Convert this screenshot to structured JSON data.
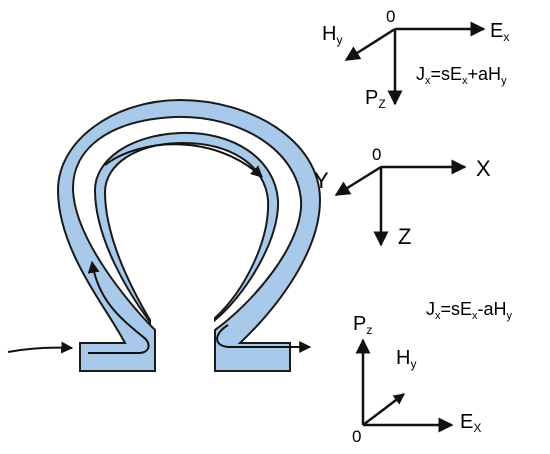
{
  "top_axes": {
    "origin": "0",
    "x_axis": {
      "main": "E",
      "sub": "x"
    },
    "diag_axis": {
      "main": "H",
      "sub": "y"
    },
    "down_axis": {
      "main": "P",
      "sub": "Z"
    },
    "equation": {
      "j": "J",
      "j_sub": "x",
      "mid": "=sE",
      "e_sub": "x",
      "op": "+aH",
      "h_sub": "y"
    }
  },
  "mid_axes": {
    "origin": "0",
    "x_axis": "X",
    "diag_axis": "Y",
    "down_axis": "Z"
  },
  "bottom_axes": {
    "origin": "0",
    "x_axis": {
      "main": "E",
      "sub": "X"
    },
    "diag_axis": {
      "main": "H",
      "sub": "y"
    },
    "up_axis": {
      "main": "P",
      "sub": "z"
    },
    "equation": {
      "j": "J",
      "j_sub": "x",
      "mid": "=sE",
      "e_sub": "x",
      "op": "-aH",
      "h_sub": "y"
    }
  },
  "colors": {
    "omega_fill": "#a9c9ea",
    "omega_stroke": "#1a1a1a",
    "arrow": "#111111"
  }
}
